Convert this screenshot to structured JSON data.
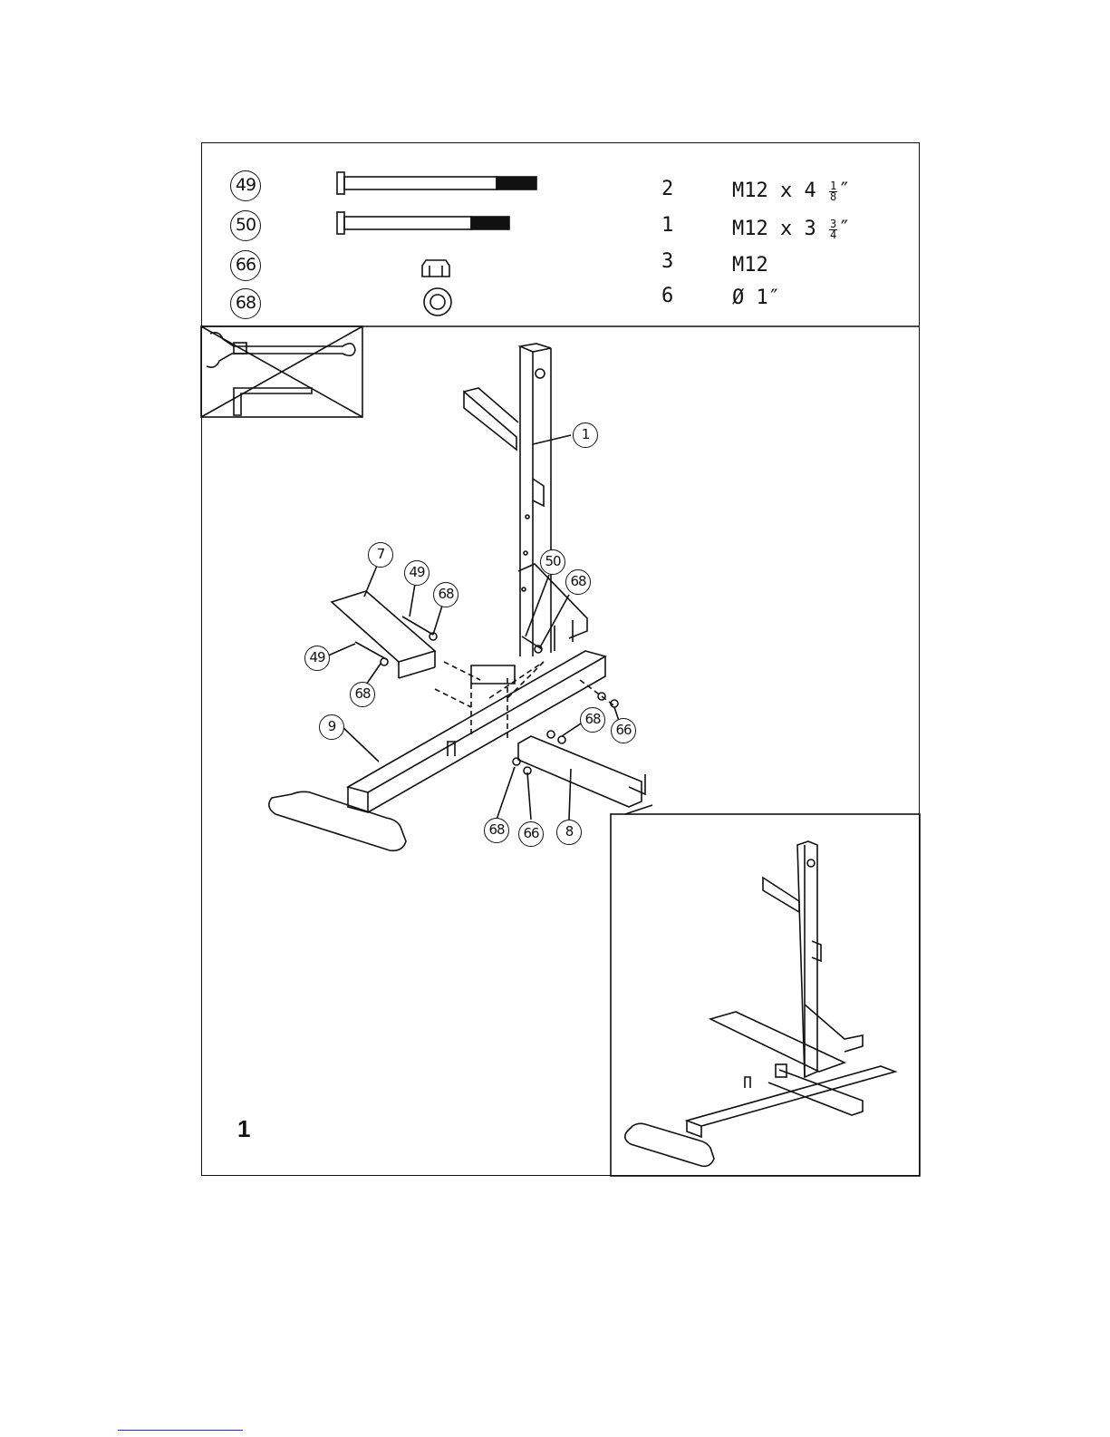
{
  "hardware": [
    {
      "part": "49",
      "qty": "2",
      "spec_main": "M12 x 4",
      "frac_num": "1",
      "frac_den": "8",
      "spec_suffix": "″",
      "icon": "long-bolt-icon"
    },
    {
      "part": "50",
      "qty": "1",
      "spec_main": "M12 x 3",
      "frac_num": "3",
      "frac_den": "4",
      "spec_suffix": "″",
      "icon": "short-bolt-icon"
    },
    {
      "part": "66",
      "qty": "3",
      "spec_main": "M12",
      "frac_num": "",
      "frac_den": "",
      "spec_suffix": "",
      "icon": "nut-icon"
    },
    {
      "part": "68",
      "qty": "6",
      "spec_main": "Ø 1″",
      "frac_num": "",
      "frac_den": "",
      "spec_suffix": "",
      "icon": "washer-icon"
    }
  ],
  "tools": [
    "wrench-icon",
    "allen-key-icon"
  ],
  "callouts": {
    "c1": "1",
    "c7": "7",
    "c49a": "49",
    "c68a": "68",
    "c49b": "49",
    "c68b": "68",
    "c50": "50",
    "c68c": "68",
    "c9": "9",
    "c68d": "68",
    "c66a": "66",
    "c68e": "68",
    "c66b": "66",
    "c8": "8"
  },
  "step_number": "1"
}
